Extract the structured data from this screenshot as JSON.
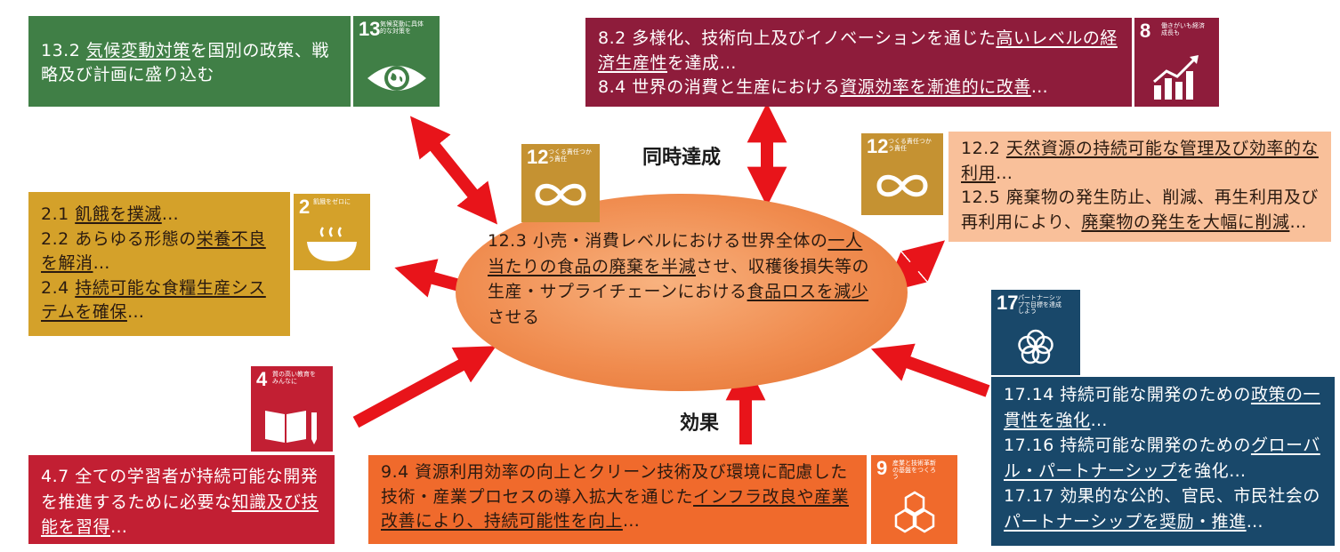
{
  "colors": {
    "goal13": "#407f46",
    "goal8": "#8e1c3b",
    "goal12": "#c59232",
    "goal2": "#d4a12a",
    "goal4": "#c21f33",
    "goal9": "#f06a2c",
    "goal17": "#19486a",
    "peach": "#f9c09a",
    "arrow": "#e8141a",
    "ellipse": "#f08c4f"
  },
  "icons": {
    "goal13": {
      "num": "13",
      "small": "気候変動に具体的な対策を",
      "icon": "globe-eye-icon"
    },
    "goal8": {
      "num": "8",
      "small": "働きがいも経済成長も",
      "icon": "growth-chart-icon"
    },
    "goal12_left": {
      "num": "12",
      "small": "つくる責任つかう責任",
      "icon": "infinity-icon"
    },
    "goal12_right": {
      "num": "12",
      "small": "つくる責任つかう責任",
      "icon": "infinity-icon"
    },
    "goal2": {
      "num": "2",
      "small": "飢餓をゼロに",
      "icon": "bowl-icon"
    },
    "goal4": {
      "num": "4",
      "small": "質の高い教育をみんなに",
      "icon": "book-pencil-icon"
    },
    "goal9": {
      "num": "9",
      "small": "産業と技術革新の基盤をつくろう",
      "icon": "cubes-icon"
    },
    "goal17": {
      "num": "17",
      "small": "パートナーシップで目標を達成しよう",
      "icon": "flower-rings-icon"
    }
  },
  "labels": {
    "simultaneous": "同時達成",
    "effect": "効果"
  },
  "boxes": {
    "g13": {
      "t1": "13.2 ",
      "u1": "気候変動対策",
      "t2": "を国別の政策、戦略及び計画に盛り込む"
    },
    "g8": {
      "t1": "8.2 多様化、技術向上及びイノベーションを通じた",
      "u1": "高いレベルの経済生産性",
      "t2": "を達成…",
      "t3": "8.4 世界の消費と生産における",
      "u2": "資源効率を漸進的に改善",
      "t4": "…"
    },
    "g12": {
      "t1": "12.2 ",
      "u1": "天然資源の持続可能な管理及び効率的な利用",
      "t2": "…",
      "t3": "12.5 廃棄物の発生防止、削減、再生利用及び再利用により、",
      "u2": "廃棄物の発生を大幅に削減",
      "t4": "…"
    },
    "g2": {
      "t1": "2.1 ",
      "u1": "飢餓を撲滅",
      "t2": "…",
      "t3": "2.2 あらゆる形態の",
      "u2": "栄養不良を解消",
      "t4": "…",
      "t5": "2.4 ",
      "u3": "持続可能な食糧生産システムを確保",
      "t6": "…"
    },
    "center": {
      "t1": "12.3 小売・消費レベルにおける世界全体の",
      "u1": "一人当たりの食品の廃棄を半減",
      "t2": "させ、収穫後損失等の生産・サプライチェーンにおける",
      "u2": "食品ロスを減少",
      "t3": "させる"
    },
    "g4": {
      "t1": "4.7 全ての学習者が持続可能な開発を推進するために必要な",
      "u1": "知識及び技能を習得",
      "t2": "…"
    },
    "g9": {
      "t1": "9.4 資源利用効率の向上とクリーン技術及び環境に配慮した技術・産業プロセスの導入拡大を通じた",
      "u1": "インフラ改良や産業改善により、持続可能性を向上",
      "t2": "…"
    },
    "g17": {
      "t1": "17.14 持続可能な開発のための",
      "u1": "政策の一貫性を強化",
      "t2": "…",
      "t3": "17.16 持続可能な開発のための",
      "u2": "グローバル・パートナーシップ",
      "t4": "を強化…",
      "t5": "17.17 効果的な公的、官民、市民社会の",
      "u3": "パートナーシップを奨励・推進",
      "t6": "…"
    }
  }
}
